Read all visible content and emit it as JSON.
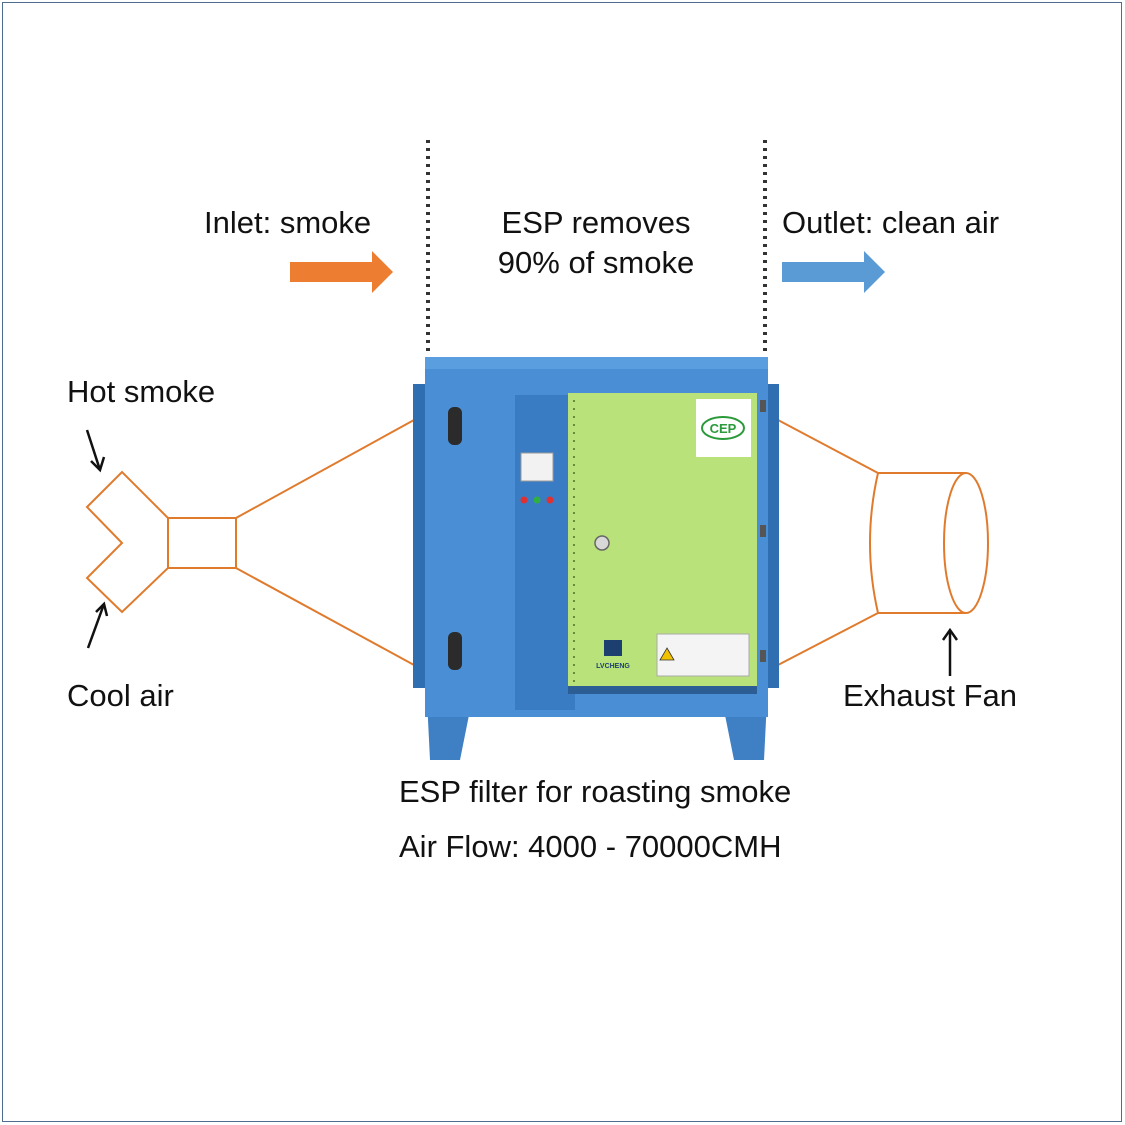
{
  "labels": {
    "inlet": "Inlet: smoke",
    "esp_line1": "ESP removes",
    "esp_line2": "90% of smoke",
    "outlet": "Outlet: clean air",
    "hot_smoke": "Hot smoke",
    "cool_air": "Cool air",
    "exhaust_fan": "Exhaust Fan",
    "caption_line1": "ESP filter for roasting smoke",
    "caption_line2": "Air Flow: 4000 - 70000CMH"
  },
  "unit_markings": {
    "cert_logo": "CEP",
    "brand": "LVCHENG"
  },
  "colors": {
    "inlet_arrow": "#ed7d31",
    "outlet_arrow": "#5b9bd5",
    "duct_outline": "#e07b2e",
    "unit_blue": "#4a8fd6",
    "door_green": "#b9e37a",
    "frame_border": "#4f6d8f"
  }
}
